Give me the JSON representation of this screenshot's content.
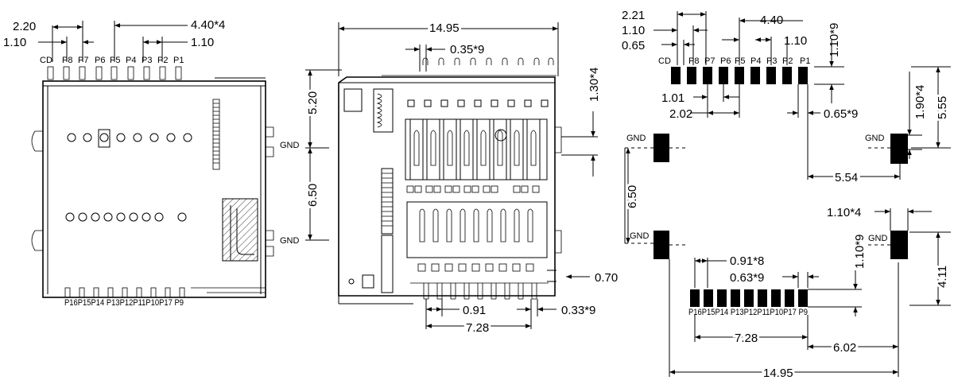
{
  "view1": {
    "dims": [
      "2.20",
      "1.10",
      "4.40*4",
      "1.10"
    ],
    "top_pins": [
      "CD",
      "P8",
      "P7",
      "P6",
      "P5",
      "P4",
      "P3",
      "P2",
      "P1"
    ],
    "bottom_pins": "P16P15P14 P13P12P11P10P17 P9",
    "gnd": [
      "GND",
      "GND"
    ]
  },
  "view2": {
    "dims": [
      "14.95",
      "0.35*9",
      "5.20",
      "6.50",
      "1.30*4",
      "0.70",
      "0.91",
      "7.28",
      "0.33*9"
    ]
  },
  "view3": {
    "dims": [
      "2.21",
      "1.10",
      "0.65",
      "4.40",
      "1.10",
      "1.10*9",
      "1.01",
      "2.02",
      "0.65*9",
      "1.90*4",
      "5.55",
      "5.54",
      "6.50",
      "1.10*4",
      "1.10*9",
      "0.91*8",
      "0.63*9",
      "4.11",
      "7.28",
      "6.02",
      "14.95"
    ],
    "top_pins": [
      "CD",
      "P8",
      "P7",
      "P6",
      "P5",
      "P4",
      "P3",
      "P2",
      "P1"
    ],
    "bottom_pins": "P16P15P14 P13P12P11P10P17 P9",
    "gnd": [
      "GND",
      "GND",
      "GND",
      "GND"
    ]
  }
}
